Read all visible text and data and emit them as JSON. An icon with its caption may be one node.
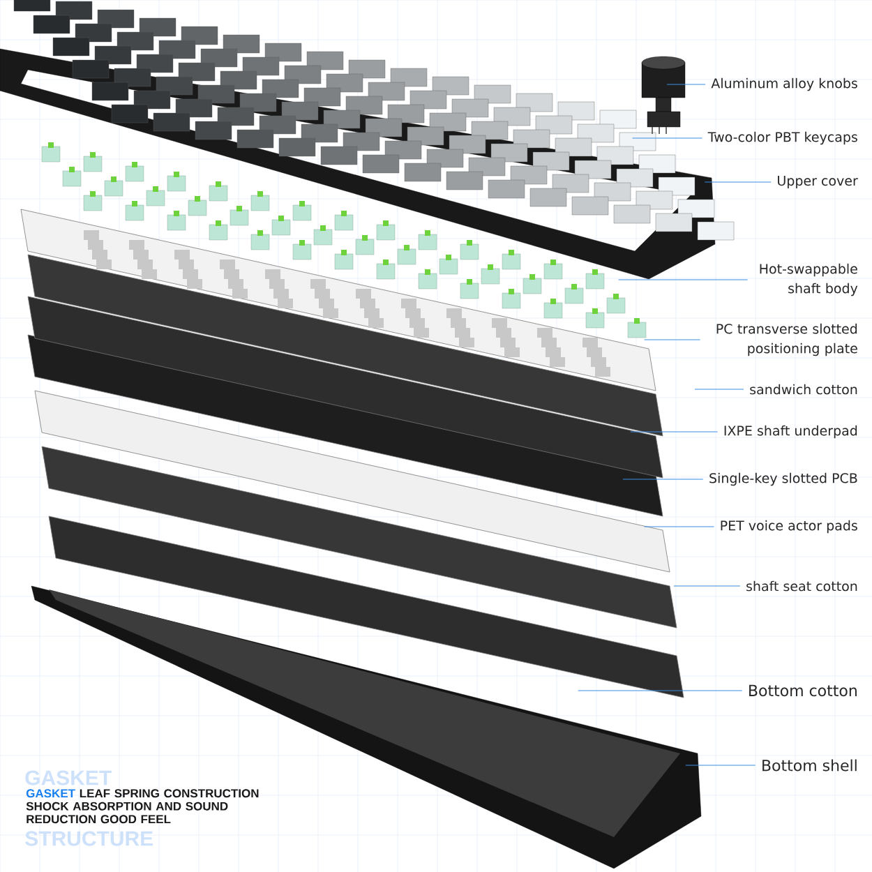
{
  "diagram": {
    "nodes": [
      {
        "text": [
          "Aluminum alloy knobs"
        ]
      },
      {
        "text": [
          "Two-color PBT keycaps"
        ]
      },
      {
        "text": [
          "Upper cover"
        ]
      },
      {
        "text": [
          "Hot-swappable shaft body"
        ]
      },
      {
        "text": [
          "PC transverse slotted positioning plate"
        ]
      },
      {
        "text": [
          "sandwich cotton"
        ]
      },
      {
        "text": [
          "IXPE shaft underpad"
        ]
      },
      {
        "text": [
          "Single-key slotted PCB"
        ]
      },
      {
        "text": [
          "PET voice actor pads"
        ]
      },
      {
        "text": [
          "shaft seat cotton"
        ]
      },
      {
        "text": [
          "Bottom cotton"
        ]
      },
      {
        "text": [
          "Bottom shell"
        ]
      }
    ],
    "edges": [
      {
        "from": 0,
        "to": null,
        "arrow": "none"
      },
      {
        "from": 1,
        "to": null,
        "arrow": "none"
      },
      {
        "from": 2,
        "to": null,
        "arrow": "none"
      },
      {
        "from": 3,
        "to": null,
        "arrow": "none"
      },
      {
        "from": 4,
        "to": null,
        "arrow": "none"
      },
      {
        "from": 5,
        "to": null,
        "arrow": "none"
      },
      {
        "from": 6,
        "to": null,
        "arrow": "none"
      },
      {
        "from": 7,
        "to": null,
        "arrow": "none"
      },
      {
        "from": 8,
        "to": null,
        "arrow": "none"
      },
      {
        "from": 9,
        "to": null,
        "arrow": "none"
      },
      {
        "from": 10,
        "to": null,
        "arrow": "none"
      },
      {
        "from": 11,
        "to": null,
        "arrow": "none"
      }
    ],
    "labels": [
      "GASKET",
      "GASKET",
      "LEAF SPRING CONSTRUCTION SHOCK ABSORPTION AND SOUND REDUCTION GOOD FEEL",
      "STRUCTURE"
    ]
  }
}
